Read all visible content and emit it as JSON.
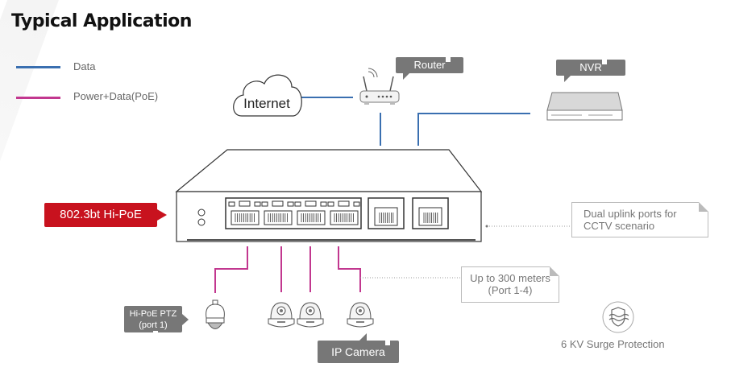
{
  "title": "Typical Application",
  "legend": [
    {
      "label": "Data",
      "color": "#3a6fb0"
    },
    {
      "label": "Power+Data(PoE)",
      "color": "#c2378f"
    }
  ],
  "nodes": {
    "internet": "Internet",
    "router": "Router",
    "nvr": "NVR",
    "switch_badge": "802.3bt Hi-PoE",
    "ptz_label_line1": "Hi-PoE PTZ",
    "ptz_label_line2": "(port 1)",
    "ip_camera": "IP Camera"
  },
  "notes": {
    "uplink_line1": "Dual uplink ports for",
    "uplink_line2": "CCTV scenario",
    "distance_line1": "Up to 300 meters",
    "distance_line2": "(Port 1-4)"
  },
  "features": {
    "surge": "6 KV Surge Protection"
  },
  "colors": {
    "data": "#3a6fb0",
    "poe": "#c2378f",
    "badge": "#c8121e",
    "tag": "#777777"
  }
}
